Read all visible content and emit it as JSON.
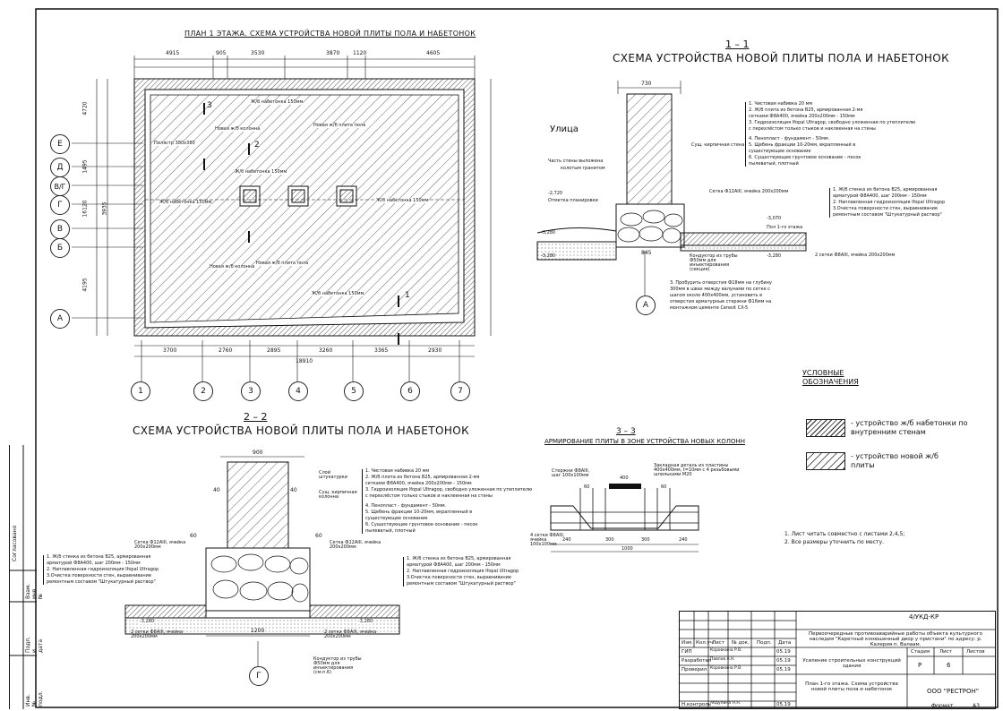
{
  "plan": {
    "title": "ПЛАН 1 ЭТАЖА. СХЕМА УСТРОЙСТВА НОВОЙ ПЛИТЫ ПОЛА И НАБЕТОНОК",
    "top_dims": [
      "4915",
      "905",
      "3530",
      "3870",
      "1120",
      "4605"
    ],
    "bottom_dims": [
      "3700",
      "2760",
      "2895",
      "3260",
      "3365",
      "2930"
    ],
    "total_dim": "18910",
    "left_dims": [
      "4720",
      "1495",
      "3935",
      "16120",
      "4195"
    ],
    "axes_x": [
      "1",
      "2",
      "3",
      "4",
      "5",
      "6",
      "7"
    ],
    "axes_y": [
      "Е",
      "Д",
      "В/Г",
      "Г",
      "В",
      "Б",
      "А"
    ],
    "labels": [
      "Ж/б набетонка 150мм",
      "Новая ж/б плита пола",
      "Новая ж/б колонна",
      "Пилястр 380х380",
      "Ж/б набетонка 150мм",
      "Новая ж/б плита пола",
      "Ж/б набетонка 150мм",
      "Ж/б набетонка 150мм",
      "Новая ж/б колонна",
      "Ж/б набетонка 150мм"
    ],
    "section_marks": [
      "1",
      "2",
      "3"
    ]
  },
  "sec11": {
    "num": "1 – 1",
    "title": "СХЕМА УСТРОЙСТВА НОВОЙ ПЛИТЫ ПОЛА И НАБЕТОНОК",
    "street": "Улица",
    "notes_top": [
      "1. Чистовая набивка 20 мм",
      "2. Ж/б плита из бетона В25, армированная 2-мя",
      "сетками Ф8А400, ячейка 200х200мм - 150мм",
      "3. Гидроизоляция Ifopal Ultragop, свободно уложенная по утеплителю",
      "с перехлёстом только стыков и наклеенная на стены",
      "4. Пенопласт - фундамент - 50мм.",
      "5. Щебень фракции 10-20мм, вкрапленный в",
      "существующее основание",
      "6. Существующее грунтовое основание - песок",
      "пылеватый, плотный"
    ],
    "notes_right": [
      "1. Ж/б стенка из бетона В25, армированная",
      "арматурой Ф8А400, шаг 200мм - 150мм",
      "2. Наплавленная гидроизоляция Ifopal Ultragop",
      "3.Очистка поверхности стен, выравнивание",
      "ремонтным составом \"Штукатурный раствор\""
    ],
    "labels": [
      "Часть стены выложена",
      "колотым гранитом",
      "Сущ. кирпичная стена",
      "Сетка Ф12АIII, ячейка 200х200мм",
      "2 сетки Ф8АIII, ячейка 200х200мм",
      "Кондуктор из трубы Ф50мм для инъектирования (секция)",
      "Отметка планировки",
      "Пол 1-го этажа"
    ],
    "levels": [
      "-2,720",
      "-3,280",
      "-3,280",
      "-3,070",
      "-3,280"
    ],
    "note_a": [
      "3. Пробурить отверстия Ф18мм на глубину",
      "300мм в швах между валунами по сетке с",
      "шагом около 400х400мм, установить в",
      "отверстия арматурные стержни Ф16мм на",
      "монтажном цементе Ceresit CX-5"
    ],
    "dim_top": "730",
    "dim_base": "845",
    "axis": "А"
  },
  "sec22": {
    "num": "2 – 2",
    "title": "СХЕМА УСТРОЙСТВА НОВОЙ ПЛИТЫ ПОЛА И НАБЕТОНОК",
    "notes_top": [
      "1. Чистовая набивка 20 мм",
      "2. Ж/б плита из бетона В25, армированная 2-мя",
      "сетками Ф8А400, ячейка 200х200мм - 150мм",
      "3. Гидроизоляция Ifopal Ultragop, свободно уложенная по утеплителю",
      "с перехлёстом только стыков и наклеенная на стены",
      "4. Пенопласт - фундамент - 50мм.",
      "5. Щебень фракции 10-20мм, вкрапленный в",
      "существующее основание",
      "6. Существующее грунтовое основание - песок",
      "пылеватый, плотный"
    ],
    "notes_left": [
      "1. Ж/б стенка из бетона В25, армированная",
      "арматурой Ф8А400, шаг 200мм - 150мм",
      "2. Наплавленная гидроизоляция Ifopal Ultragop",
      "3.Очистка поверхности стен, выравнивание",
      "ремонтным составом \"Штукатурный раствор\""
    ],
    "notes_right": [
      "1. Ж/б стенка из бетона В25, армированная",
      "арматурой Ф8А400, шаг 200мм - 150мм",
      "2. Наплавленная гидроизоляция Ifopal Ultragop",
      "3.Очистка поверхности стен, выравнивание",
      "ремонтным составом \"Штукатурный раствор\""
    ],
    "labels": [
      "Слой штукатурки",
      "Сущ. кирпичная колонна",
      "Сетка Ф12АIII, ячейка 200х200мм",
      "Сетка Ф12АIII, ячейка 200х200мм",
      "2 сетки Ф8АIII, ячейка 200х200мм",
      "2 сетки Ф8АIII, ячейка 200х200мм",
      "Кондуктор из трубы Ф50мм для инъектирования (см.п.6)"
    ],
    "dims": [
      "900",
      "40",
      "40",
      "60",
      "60",
      "1200"
    ],
    "levels": [
      "-3,280",
      "-3,280"
    ],
    "axis": "Г"
  },
  "sec33": {
    "num": "3 – 3",
    "title": "АРМИРОВАНИЕ ПЛИТЫ В ЗОНЕ УСТРОЙСТВА НОВЫХ КОЛОНН",
    "labels": [
      "Закладная деталь из пластины 400х400мм, t=10мм с 4 резьбовыми шпильками М20",
      "Стержни Ф8АIII, шаг 100х100мм",
      "4 сетки Ф8АIII, ячейка 100х100мм"
    ],
    "dims": [
      "400",
      "60",
      "60",
      "240",
      "300",
      "300",
      "240",
      "1000"
    ]
  },
  "legend": {
    "title": "УСЛОВНЫЕ ОБОЗНАЧЕНИЯ",
    "item1": "- устройство ж/б набетонки по внутренним стенам",
    "item2": "- устройство новой ж/б плиты"
  },
  "general_notes": [
    "1. Лист читать совместно с листами 2,4,5;",
    "2. Все размеры уточнить по месту."
  ],
  "stamp": {
    "code": "4/УКД-КР",
    "project": "Первоочередные противоаварийные работы объекта культурного наследия \"Каретный конюшенный двор у пристани\" по адресу: р. Калерия п. Валаам.",
    "section": "Усиление строительных конструкций здания",
    "sheet_title": "План 1-го этажа. Схема устройства новой плиты пола и набетонок",
    "stage_h": "Стадия",
    "sheet_h": "Лист",
    "sheets_h": "Листов",
    "stage": "Р",
    "sheet": "6",
    "company": "ООО \"РЕСТРОН\"",
    "cols": [
      "Изм.",
      "Кол.уч.",
      "Лист",
      "№ док.",
      "Подп.",
      "Дата"
    ],
    "rows": [
      {
        "role": "ГИП",
        "name": "Коровкина Р.В.",
        "date": "05.19"
      },
      {
        "role": "Разработал",
        "name": "Павлов А.Н.",
        "date": "05.19"
      },
      {
        "role": "Проверил",
        "name": "Коровкина Р.В.",
        "date": "05.19"
      },
      {
        "role": "Н.контроль",
        "name": "Абдулина Н.Н.",
        "date": "05.19"
      }
    ],
    "format_label": "Формат",
    "format": "А3"
  },
  "side": {
    "agreed": "Согласовано",
    "inv": "Взам. инв. №",
    "sign": "Подп. и дата",
    "inv2": "Инв. № подл."
  }
}
